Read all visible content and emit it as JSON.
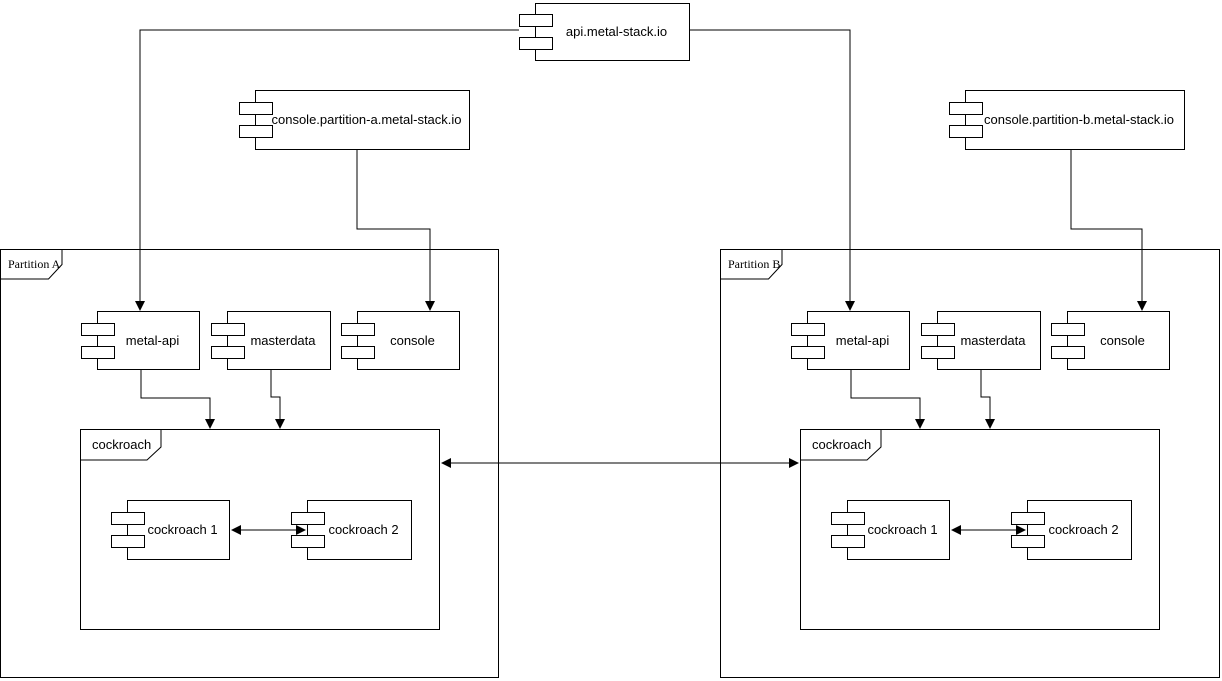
{
  "diagram": {
    "background": "#ffffff",
    "stroke_color": "#000000",
    "shape_fill": "#ffffff",
    "external_components": [
      {
        "label": "api.metal-stack.io"
      },
      {
        "label": "console.partition-a.metal-stack.io"
      },
      {
        "label": "console.partition-b.metal-stack.io"
      }
    ],
    "partitions": [
      {
        "label": "Partition A",
        "components": [
          {
            "label": "metal-api"
          },
          {
            "label": "masterdata"
          },
          {
            "label": "console"
          }
        ],
        "package": {
          "label": "cockroach",
          "components": [
            {
              "label": "cockroach 1"
            },
            {
              "label": "cockroach 2"
            }
          ]
        }
      },
      {
        "label": "Partition B",
        "components": [
          {
            "label": "metal-api"
          },
          {
            "label": "masterdata"
          },
          {
            "label": "console"
          }
        ],
        "package": {
          "label": "cockroach",
          "components": [
            {
              "label": "cockroach 1"
            },
            {
              "label": "cockroach 2"
            }
          ]
        }
      }
    ]
  }
}
